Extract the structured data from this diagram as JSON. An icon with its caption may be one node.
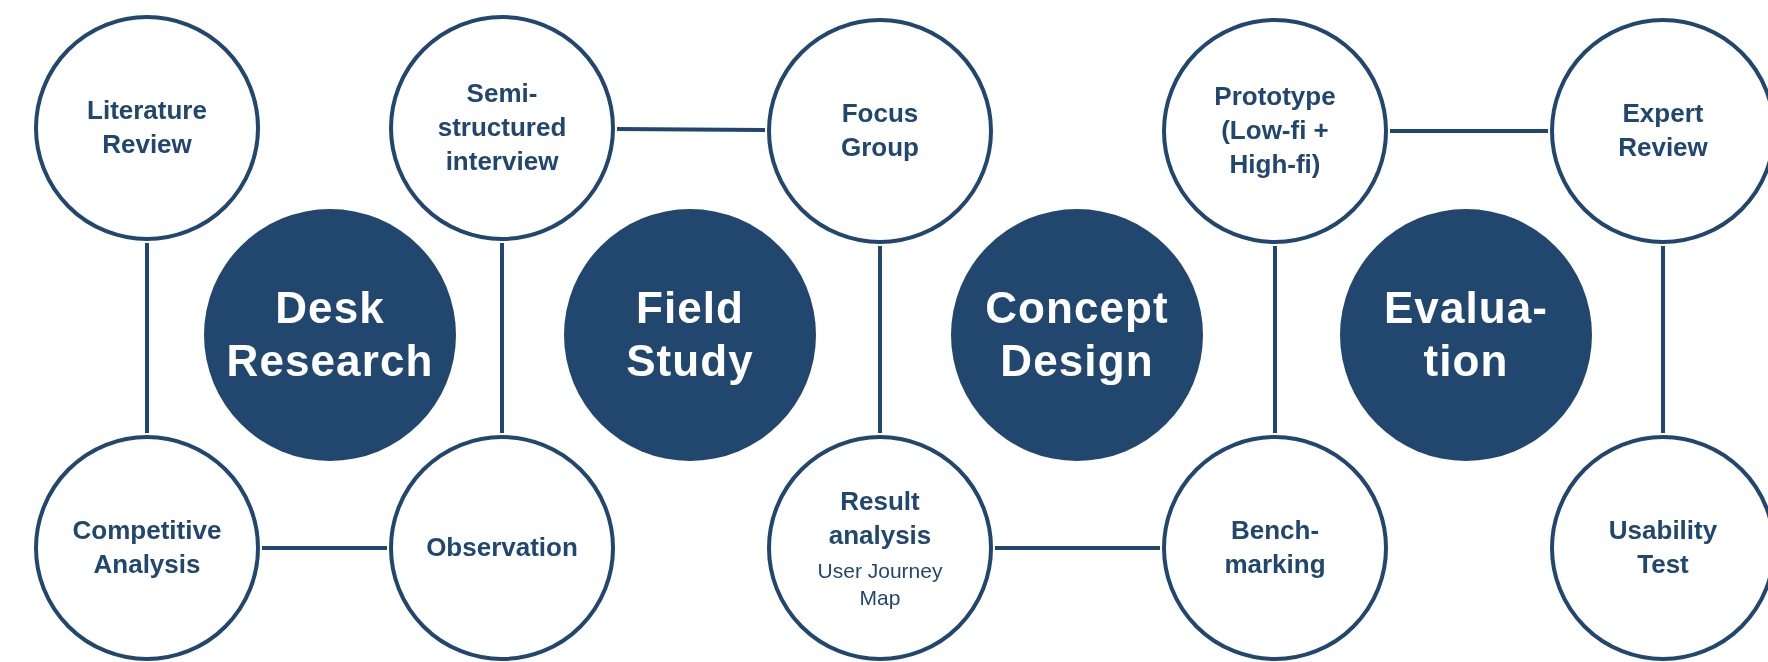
{
  "diagram": {
    "nodes": [
      {
        "text": [
          "Literature Review"
        ]
      },
      {
        "text": [
          "Competitive Analysis"
        ]
      },
      {
        "text": [
          "Desk Research"
        ]
      },
      {
        "text": [
          "Semi-structured interview"
        ]
      },
      {
        "text": [
          "Observation"
        ]
      },
      {
        "text": [
          "Field Study"
        ]
      },
      {
        "text": [
          "Focus Group"
        ]
      },
      {
        "text": [
          "Result analysis",
          "User Journey Map"
        ]
      },
      {
        "text": [
          "Concept Design"
        ]
      },
      {
        "text": [
          "Prototype (Low-fi + High-fi)"
        ]
      },
      {
        "text": [
          "Bench-marking"
        ]
      },
      {
        "text": [
          "Evalua-tion"
        ]
      },
      {
        "text": [
          "Expert Review"
        ]
      },
      {
        "text": [
          "Usability Test"
        ]
      }
    ],
    "edges": [
      {
        "from": 0,
        "to": 1,
        "arrow": "none"
      },
      {
        "from": 1,
        "to": 4,
        "arrow": "none"
      },
      {
        "from": 4,
        "to": 3,
        "arrow": "none"
      },
      {
        "from": 3,
        "to": 6,
        "arrow": "none"
      },
      {
        "from": 6,
        "to": 7,
        "arrow": "none"
      },
      {
        "from": 7,
        "to": 10,
        "arrow": "none"
      },
      {
        "from": 10,
        "to": 9,
        "arrow": "none"
      },
      {
        "from": 9,
        "to": 12,
        "arrow": "none"
      },
      {
        "from": 12,
        "to": 13,
        "arrow": "none"
      }
    ]
  }
}
